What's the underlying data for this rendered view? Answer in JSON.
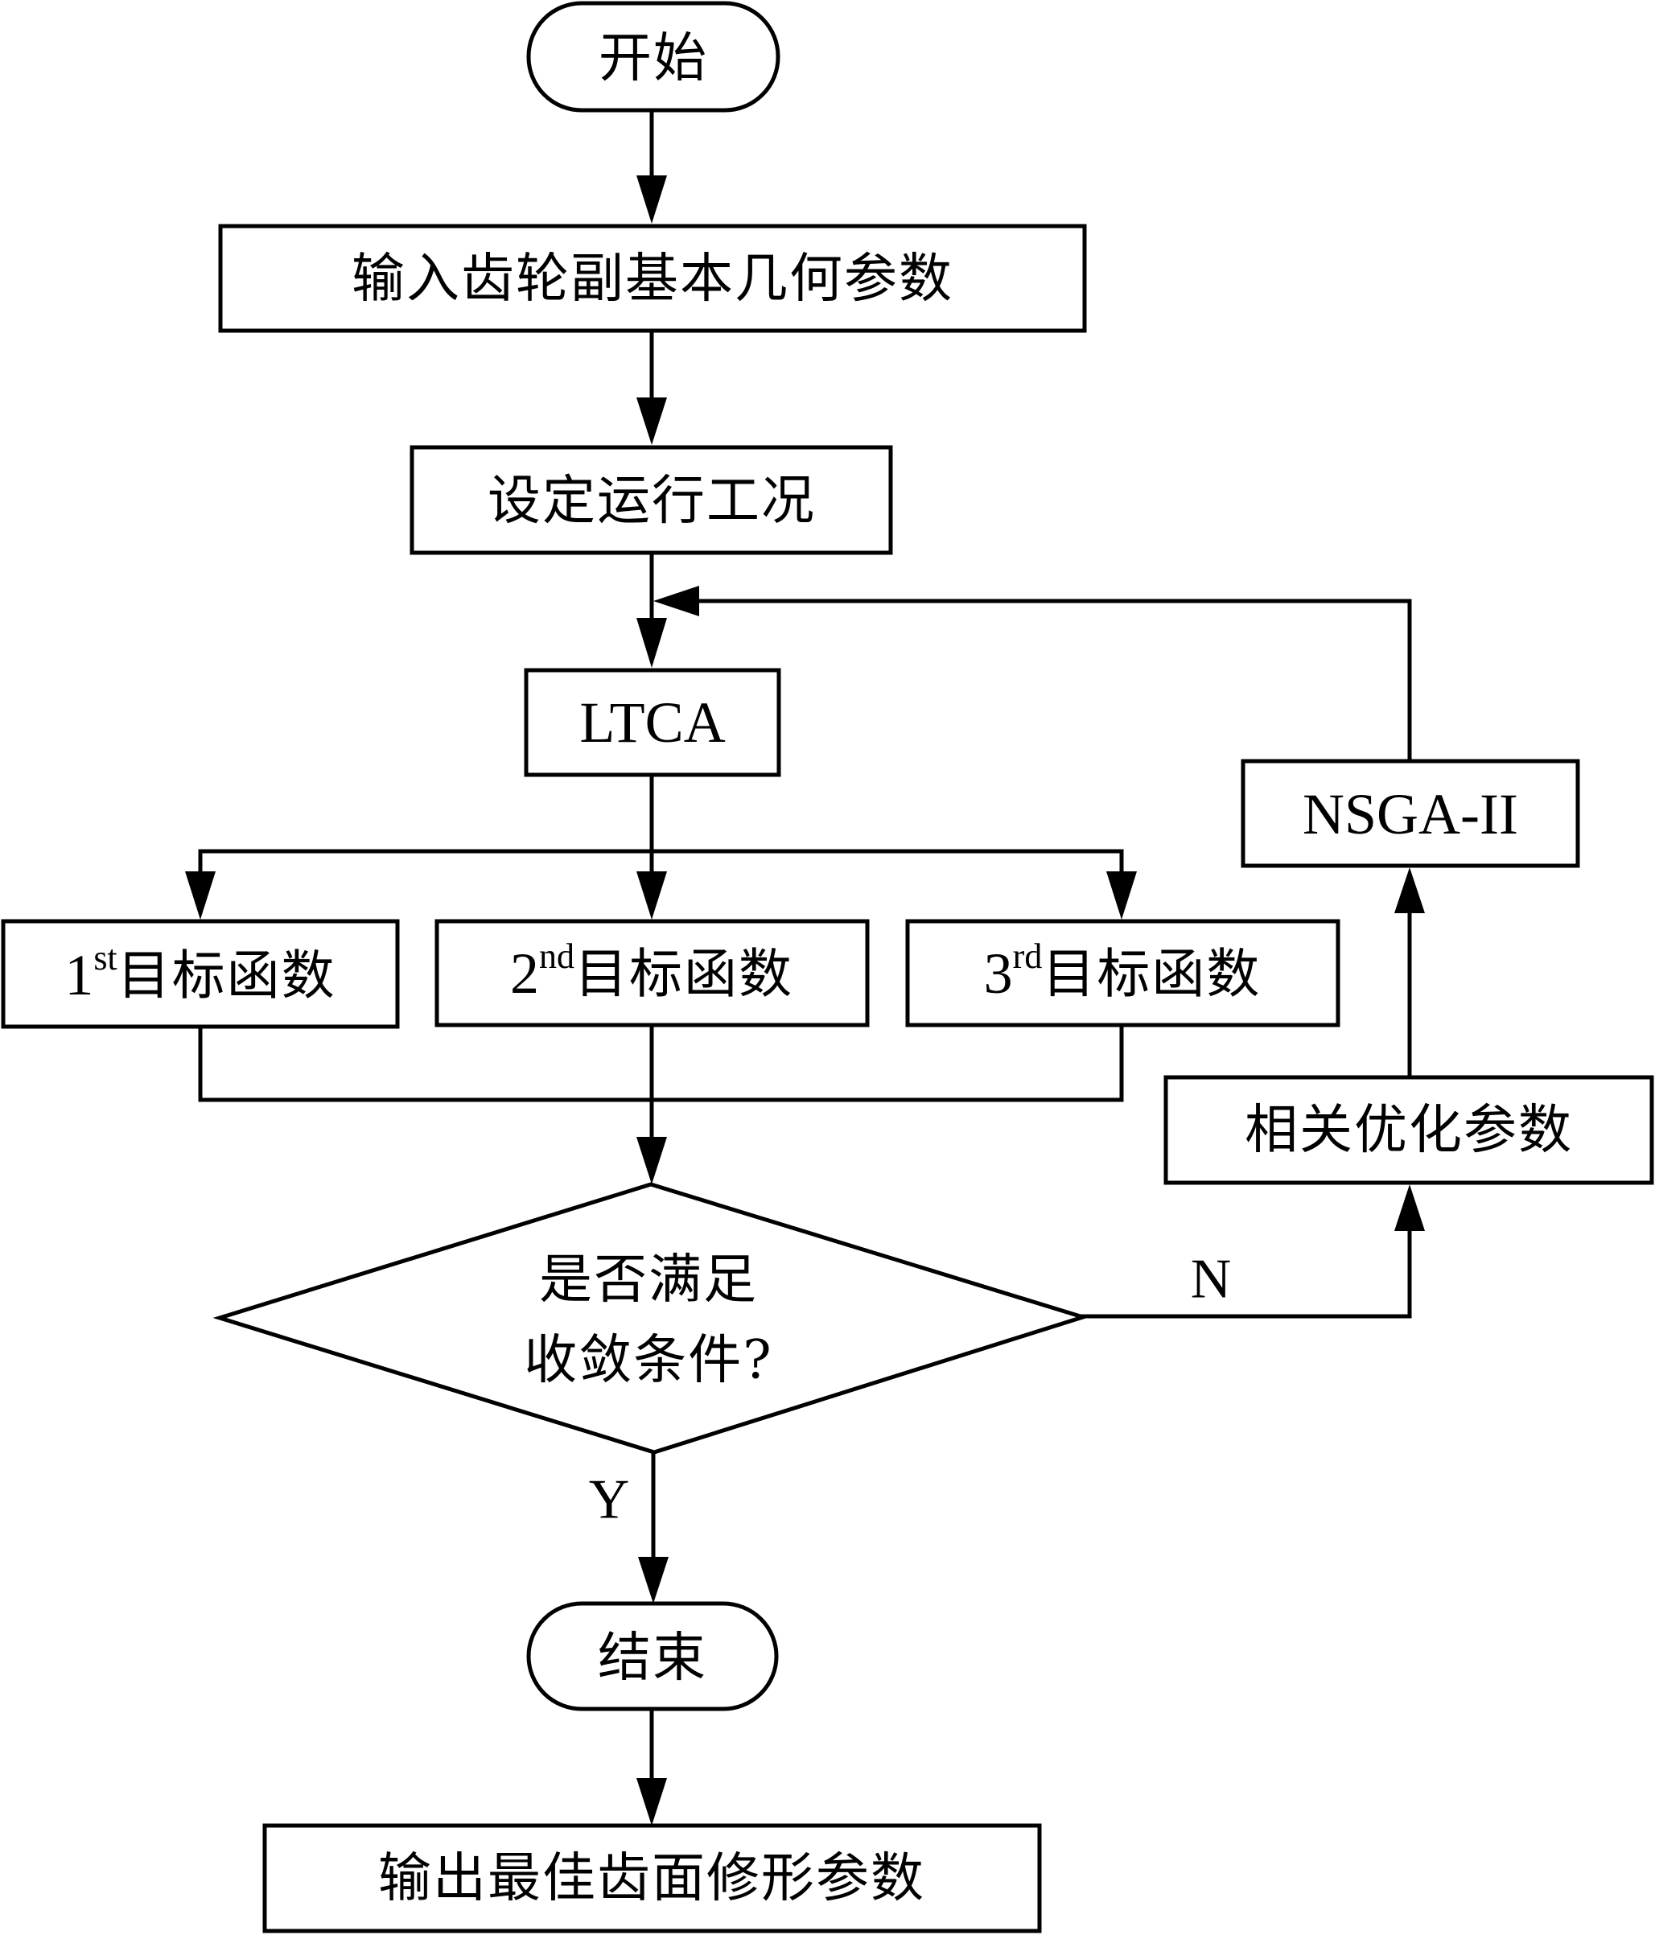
{
  "diagram": {
    "type": "flowchart",
    "nodes": {
      "start": {
        "label": "开始",
        "shape": "terminator"
      },
      "input_params": {
        "label": "输入齿轮副基本几何参数",
        "shape": "process"
      },
      "set_conditions": {
        "label": "设定运行工况",
        "shape": "process"
      },
      "ltca": {
        "label": "LTCA",
        "shape": "process"
      },
      "objective_1": {
        "number": "1",
        "suffix": "st",
        "label": "目标函数",
        "shape": "process"
      },
      "objective_2": {
        "number": "2",
        "suffix": "nd",
        "label": "目标函数",
        "shape": "process"
      },
      "objective_3": {
        "number": "3",
        "suffix": "rd",
        "label": "目标函数",
        "shape": "process"
      },
      "convergence_check": {
        "line1": "是否满足",
        "line2": "收敛条件?",
        "shape": "decision"
      },
      "related_params": {
        "label": "相关优化参数",
        "shape": "process"
      },
      "nsga": {
        "label": "NSGA-II",
        "shape": "process"
      },
      "end": {
        "label": "结束",
        "shape": "terminator"
      },
      "output_params": {
        "label": "输出最佳齿面修形参数",
        "shape": "process"
      }
    },
    "edges": [
      {
        "from": "start",
        "to": "input_params"
      },
      {
        "from": "input_params",
        "to": "set_conditions"
      },
      {
        "from": "set_conditions",
        "to": "ltca"
      },
      {
        "from": "ltca",
        "to": "objective_1"
      },
      {
        "from": "ltca",
        "to": "objective_2"
      },
      {
        "from": "ltca",
        "to": "objective_3"
      },
      {
        "from": "objective_1",
        "to": "convergence_check"
      },
      {
        "from": "objective_2",
        "to": "convergence_check"
      },
      {
        "from": "objective_3",
        "to": "convergence_check"
      },
      {
        "from": "convergence_check",
        "to": "related_params",
        "label": "N"
      },
      {
        "from": "related_params",
        "to": "nsga"
      },
      {
        "from": "nsga",
        "to": "ltca"
      },
      {
        "from": "convergence_check",
        "to": "end",
        "label": "Y"
      },
      {
        "from": "end",
        "to": "output_params"
      }
    ],
    "edge_labels": {
      "no": "N",
      "yes": "Y"
    }
  }
}
